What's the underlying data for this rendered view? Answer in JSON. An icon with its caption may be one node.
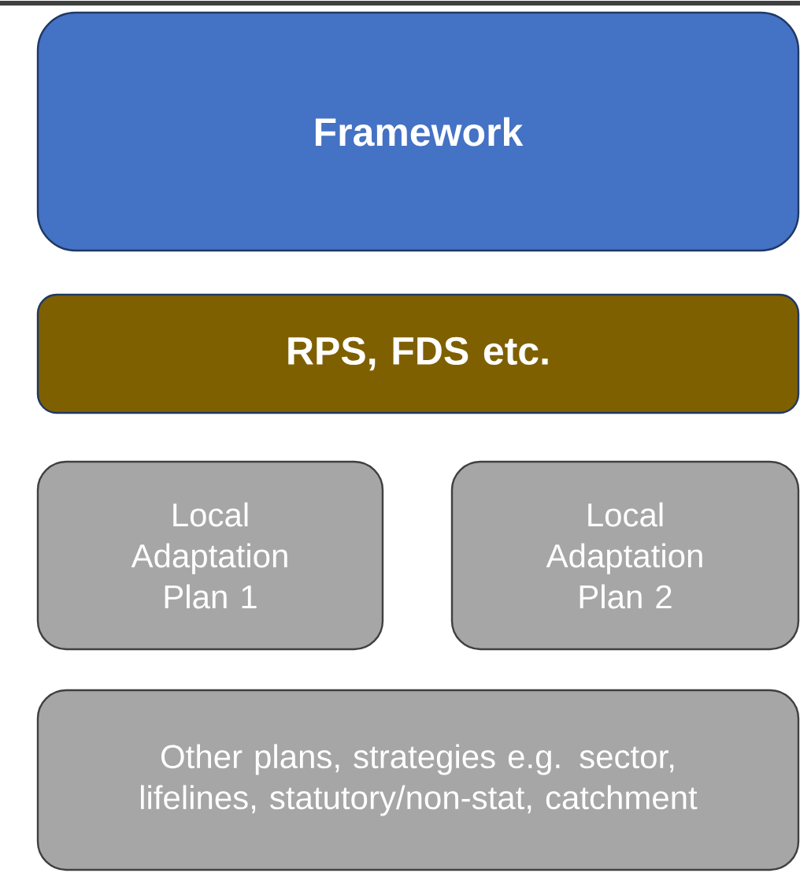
{
  "diagram": {
    "nodes": [
      {
        "text": [
          "Framework"
        ]
      },
      {
        "text": [
          "RPS, FDS etc."
        ]
      },
      {
        "text": [
          "Local Adaptation Plan 1"
        ]
      },
      {
        "text": [
          "Local Adaptation Plan 2"
        ]
      },
      {
        "text": [
          "Other plans, strategies e.g. sector, lifelines, statutory/non-stat, catchment"
        ]
      }
    ]
  }
}
